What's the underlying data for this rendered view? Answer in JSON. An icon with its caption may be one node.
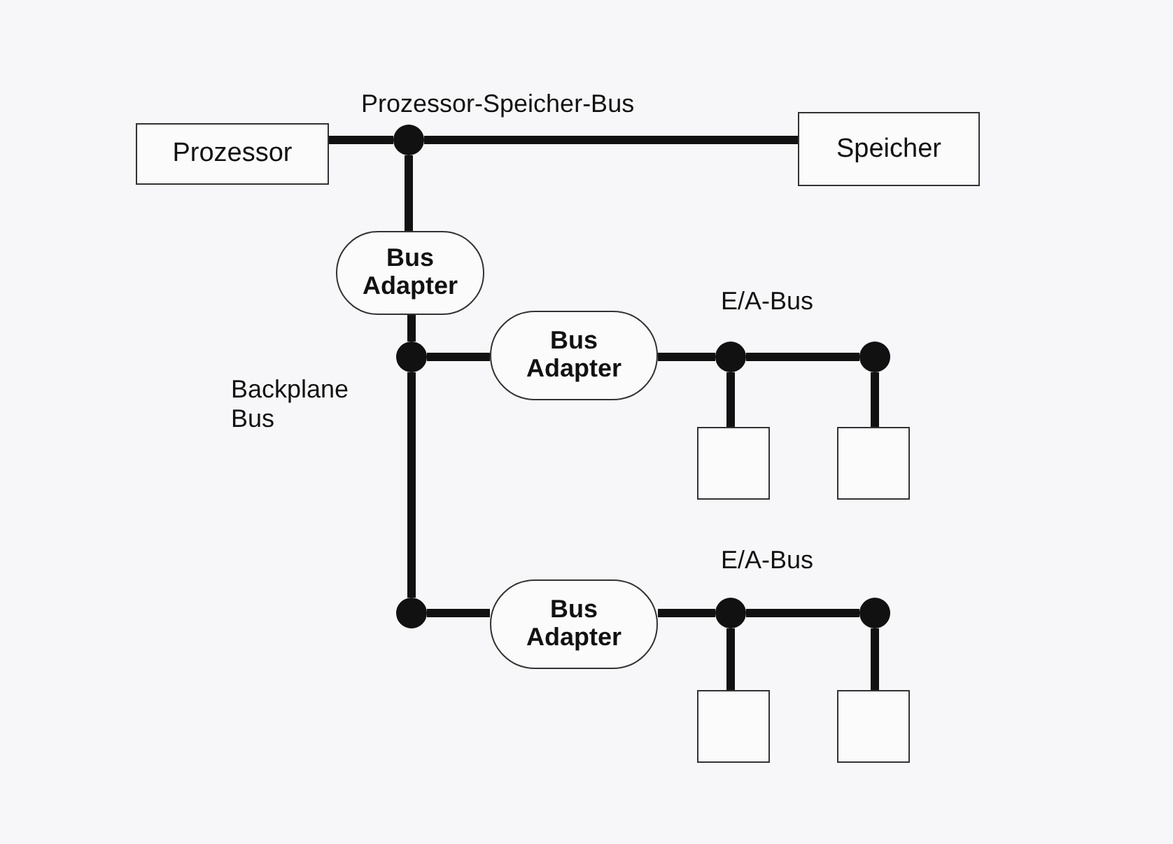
{
  "diagram": {
    "nodes": [
      {
        "text": [
          "Prozessor"
        ]
      },
      {
        "text": [],
        "shape": "circle"
      },
      {
        "text": [
          "Speicher"
        ]
      },
      {
        "text": [
          "Bus Adapter"
        ]
      },
      {
        "text": [],
        "shape": "circle"
      },
      {
        "text": [
          "Bus Adapter"
        ]
      },
      {
        "text": [],
        "shape": "circle"
      },
      {
        "text": [],
        "shape": "circle"
      },
      {
        "text": [],
        "shape": "box"
      },
      {
        "text": [],
        "shape": "box"
      },
      {
        "text": [],
        "shape": "circle"
      },
      {
        "text": [
          "Bus Adapter"
        ]
      },
      {
        "text": [],
        "shape": "circle"
      },
      {
        "text": [],
        "shape": "circle"
      },
      {
        "text": [],
        "shape": "box"
      },
      {
        "text": [],
        "shape": "box"
      }
    ],
    "edges": [
      {
        "from": 0,
        "to": 1,
        "arrow": "none"
      },
      {
        "from": 1,
        "to": 2,
        "arrow": "none"
      },
      {
        "from": 1,
        "to": 3,
        "arrow": "none"
      },
      {
        "from": 3,
        "to": 4,
        "arrow": "none"
      },
      {
        "from": 4,
        "to": 10,
        "arrow": "none"
      },
      {
        "from": 4,
        "to": 5,
        "arrow": "none"
      },
      {
        "from": 5,
        "to": 6,
        "arrow": "none"
      },
      {
        "from": 6,
        "to": 7,
        "arrow": "none"
      },
      {
        "from": 6,
        "to": 8,
        "arrow": "none"
      },
      {
        "from": 7,
        "to": 9,
        "arrow": "none"
      },
      {
        "from": 10,
        "to": 11,
        "arrow": "none"
      },
      {
        "from": 11,
        "to": 12,
        "arrow": "none"
      },
      {
        "from": 12,
        "to": 13,
        "arrow": "none"
      },
      {
        "from": 12,
        "to": 14,
        "arrow": "none"
      },
      {
        "from": 13,
        "to": 15,
        "arrow": "none"
      }
    ],
    "labels": [
      "Prozessor-Speicher-Bus",
      "E/A-Bus",
      "Backplane Bus",
      "E/A-Bus"
    ]
  }
}
